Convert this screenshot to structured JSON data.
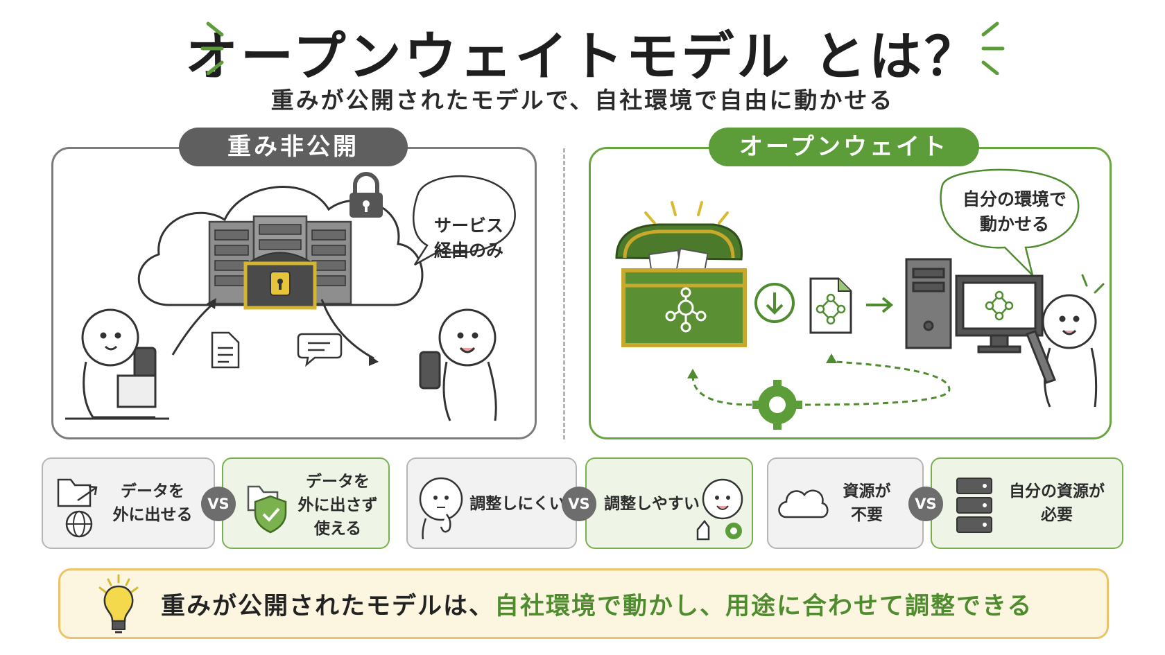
{
  "header": {
    "title": "オープンウェイトモデル とは？",
    "subtitle": "重みが公開されたモデルで、自社環境で自由に動かせる"
  },
  "left_panel": {
    "label": "重み非公開",
    "bubble_line1": "サービス",
    "bubble_line2": "経由のみ"
  },
  "right_panel": {
    "label": "オープンウェイト",
    "bubble_line1": "自分の環境で",
    "bubble_line2": "動かせる"
  },
  "comparisons": [
    {
      "left": {
        "lines": [
          "データを",
          "外に出せる"
        ]
      },
      "right": {
        "lines": [
          "データを",
          "外に出さず",
          "使える"
        ]
      },
      "vs": "VS"
    },
    {
      "left": {
        "lines": [
          "調整しにくい"
        ]
      },
      "right": {
        "lines": [
          "調整しやすい"
        ]
      },
      "vs": "VS"
    },
    {
      "left": {
        "lines": [
          "資源が",
          "不要"
        ]
      },
      "right": {
        "lines": [
          "自分の資源が",
          "必要"
        ]
      },
      "vs": "VS"
    }
  ],
  "conclusion": {
    "part1": "重みが公開されたモデルは、",
    "part2": "自社環境で動かし、用途に合わせて調整できる"
  },
  "colors": {
    "accent_green": "#5c9d3a",
    "closed_grey": "#5f5f5f",
    "conclusion_bg": "#fcf6e1",
    "conclusion_border": "#ecc36a"
  }
}
